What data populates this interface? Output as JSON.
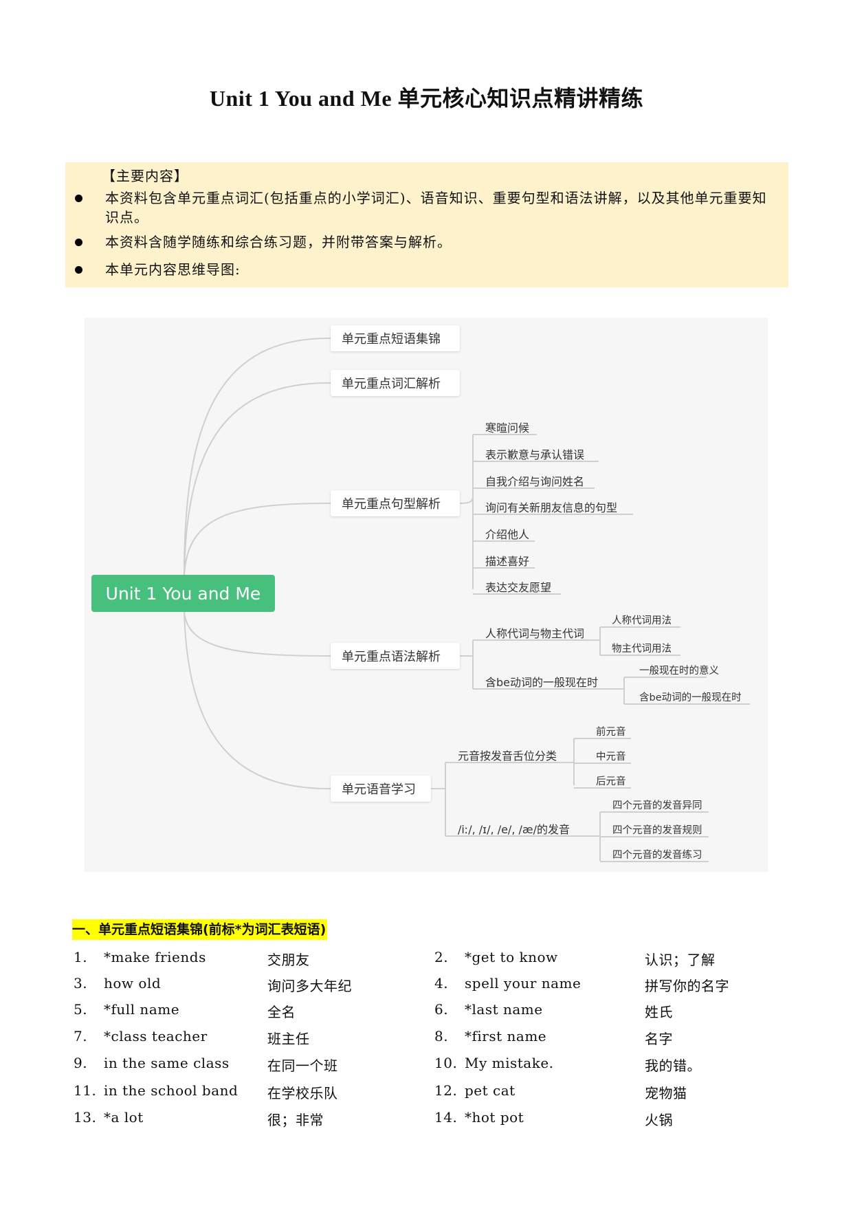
{
  "title": "Unit 1 You and Me 单元核心知识点精讲精练",
  "notes": {
    "heading": "【主要内容】",
    "bullets": [
      "本资料包含单元重点词汇(包括重点的小学词汇)、语音知识、重要句型和语法讲解，以及其他单元重要知识点。",
      "本资料含随学随练和综合练习题，并附带答案与解析。",
      "本单元内容思维导图:"
    ]
  },
  "mindmap": {
    "root": "Unit 1 You and Me",
    "colors": {
      "root": "#48c07d",
      "background": "#f6f6f6",
      "line": "#cfcfcf"
    },
    "branches": [
      {
        "label": "单元重点短语集锦"
      },
      {
        "label": "单元重点词汇解析"
      },
      {
        "label": "单元重点句型解析",
        "children": [
          "寒暄问候",
          "表示歉意与承认错误",
          "自我介绍与询问姓名",
          "询问有关新朋友信息的句型",
          "介绍他人",
          "描述喜好",
          "表达交友愿望"
        ]
      },
      {
        "label": "单元重点语法解析",
        "children": [
          {
            "label": "人称代词与物主代词",
            "children": [
              "人称代词用法",
              "物主代词用法"
            ]
          },
          {
            "label": "含be动词的一般现在时",
            "children": [
              "一般现在时的意义",
              "含be动词的一般现在时"
            ]
          }
        ]
      },
      {
        "label": "单元语音学习",
        "children": [
          {
            "label": "元音按发音舌位分类",
            "children": [
              "前元音",
              "中元音",
              "后元音"
            ]
          },
          {
            "label": "/iː/, /ɪ/, /e/, /æ/的发音",
            "children": [
              "四个元音的发音异同",
              "四个元音的发音规则",
              "四个元音的发音练习"
            ]
          }
        ]
      }
    ]
  },
  "section1": {
    "title": "一、单元重点短语集锦(前标*为词汇表短语)",
    "items": [
      {
        "num": "1.",
        "en": "*make friends",
        "zh": "交朋友"
      },
      {
        "num": "2.",
        "en": "*get to know",
        "zh": "认识；了解"
      },
      {
        "num": "3.",
        "en": "how old",
        "zh": "询问多大年纪"
      },
      {
        "num": "4.",
        "en": "spell your name",
        "zh": "拼写你的名字"
      },
      {
        "num": "5.",
        "en": "*full name",
        "zh": "全名"
      },
      {
        "num": "6.",
        "en": "*last name",
        "zh": "姓氏"
      },
      {
        "num": "7.",
        "en": "*class teacher",
        "zh": "班主任"
      },
      {
        "num": "8.",
        "en": "*first name",
        "zh": "名字"
      },
      {
        "num": "9.",
        "en": "in the same class",
        "zh": "在同一个班"
      },
      {
        "num": "10.",
        "en": "My mistake.",
        "zh": "我的错。"
      },
      {
        "num": "11.",
        "en": "in the school band",
        "zh": "在学校乐队"
      },
      {
        "num": "12.",
        "en": "pet cat",
        "zh": "宠物猫"
      },
      {
        "num": "13.",
        "en": "*a lot",
        "zh": "很；非常"
      },
      {
        "num": "14.",
        "en": "*hot pot",
        "zh": "火锅"
      }
    ]
  }
}
